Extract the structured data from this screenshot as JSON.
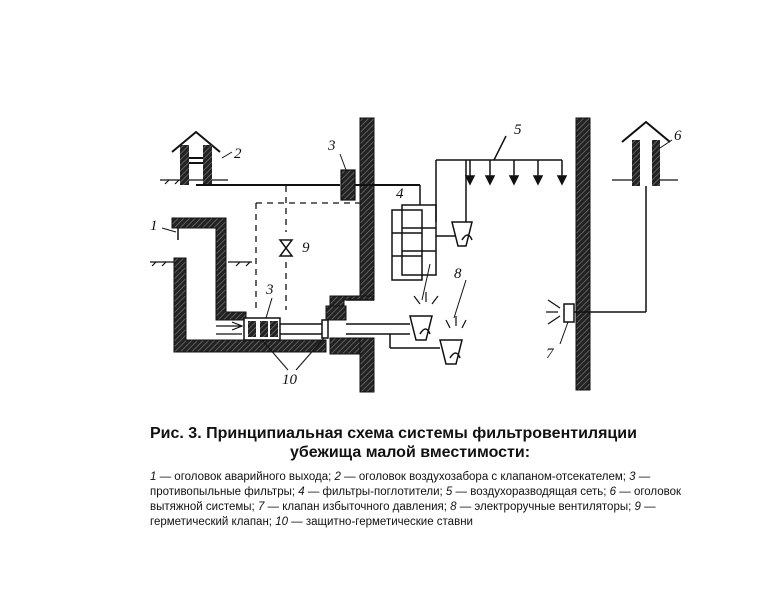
{
  "figure": {
    "labels": {
      "l1": "1",
      "l2": "2",
      "l3a": "3",
      "l3b": "3",
      "l4": "4",
      "l5": "5",
      "l6": "6",
      "l7": "7",
      "l8": "8",
      "l9": "9",
      "l10": "10"
    }
  },
  "caption": {
    "prefix": "Рис. 3.",
    "title_line1": "Принципиальная схема системы фильтровентиляции",
    "title_line2": "убежища малой вместимости:",
    "legend": [
      {
        "num": "1",
        "text": " — оголовок аварийного выхода; "
      },
      {
        "num": "2",
        "text": " — оголовок воздухозабора с клапаном-отсекателем; "
      },
      {
        "num": "3",
        "text": " — противопыльные фильтры; "
      },
      {
        "num": "4",
        "text": " — фильтры-поглотители; "
      },
      {
        "num": "5",
        "text": " — воздухоразводящая сеть; "
      },
      {
        "num": "6",
        "text": " — оголовок вытяжной системы; "
      },
      {
        "num": "7",
        "text": " — клапан избыточного давления; "
      },
      {
        "num": "8",
        "text": " — электроручные вентиляторы; "
      },
      {
        "num": "9",
        "text": " — герметический клапан; "
      },
      {
        "num": "10",
        "text": " — защитно-герметические ставни"
      }
    ]
  }
}
